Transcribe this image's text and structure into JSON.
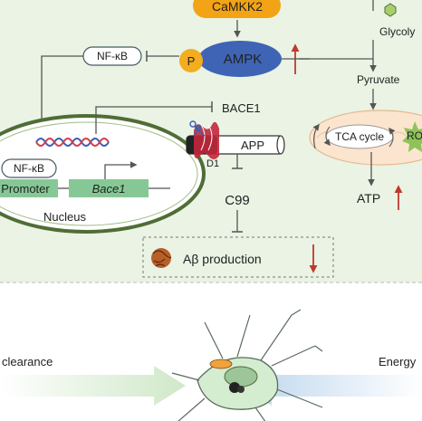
{
  "labels": {
    "camkk2": "CaMKK2",
    "ampk": "AMPK",
    "p": "P",
    "nfkb_top": "NF-κB",
    "nfkb_nucleus": "NF-κB",
    "promoter": "Promoter",
    "bace1_gene": "Bace1",
    "nucleus": "Nucleus",
    "bace1_protein": "BACE1",
    "app": "APP",
    "d1": "D1",
    "c99": "C99",
    "abeta": "Aβ production",
    "glycolysis": "Glycoly",
    "pyruvate": "Pyruvate",
    "tca": "TCA cycle",
    "ros": "RO",
    "atp": "ATP",
    "clearance": "clearance",
    "energy": "Energy"
  },
  "colors": {
    "panel_bg": "#eaf3e4",
    "camkk2": "#f2a316",
    "ampk": "#3f64b5",
    "phospho": "#f3ad1f",
    "nucleus_fill": "#ffffff",
    "nucleus_border": "#4f6d36",
    "gene_box": "#86c895",
    "nfkb_border": "#455a64",
    "up_arrow": "#c0392b",
    "dna_blue": "#3e5db0",
    "dna_red": "#d23d4d",
    "mito_fill": "#fbe5cf",
    "clearance_arrow": "#cfe8c8",
    "energy_arrow": "#c6dcef"
  }
}
